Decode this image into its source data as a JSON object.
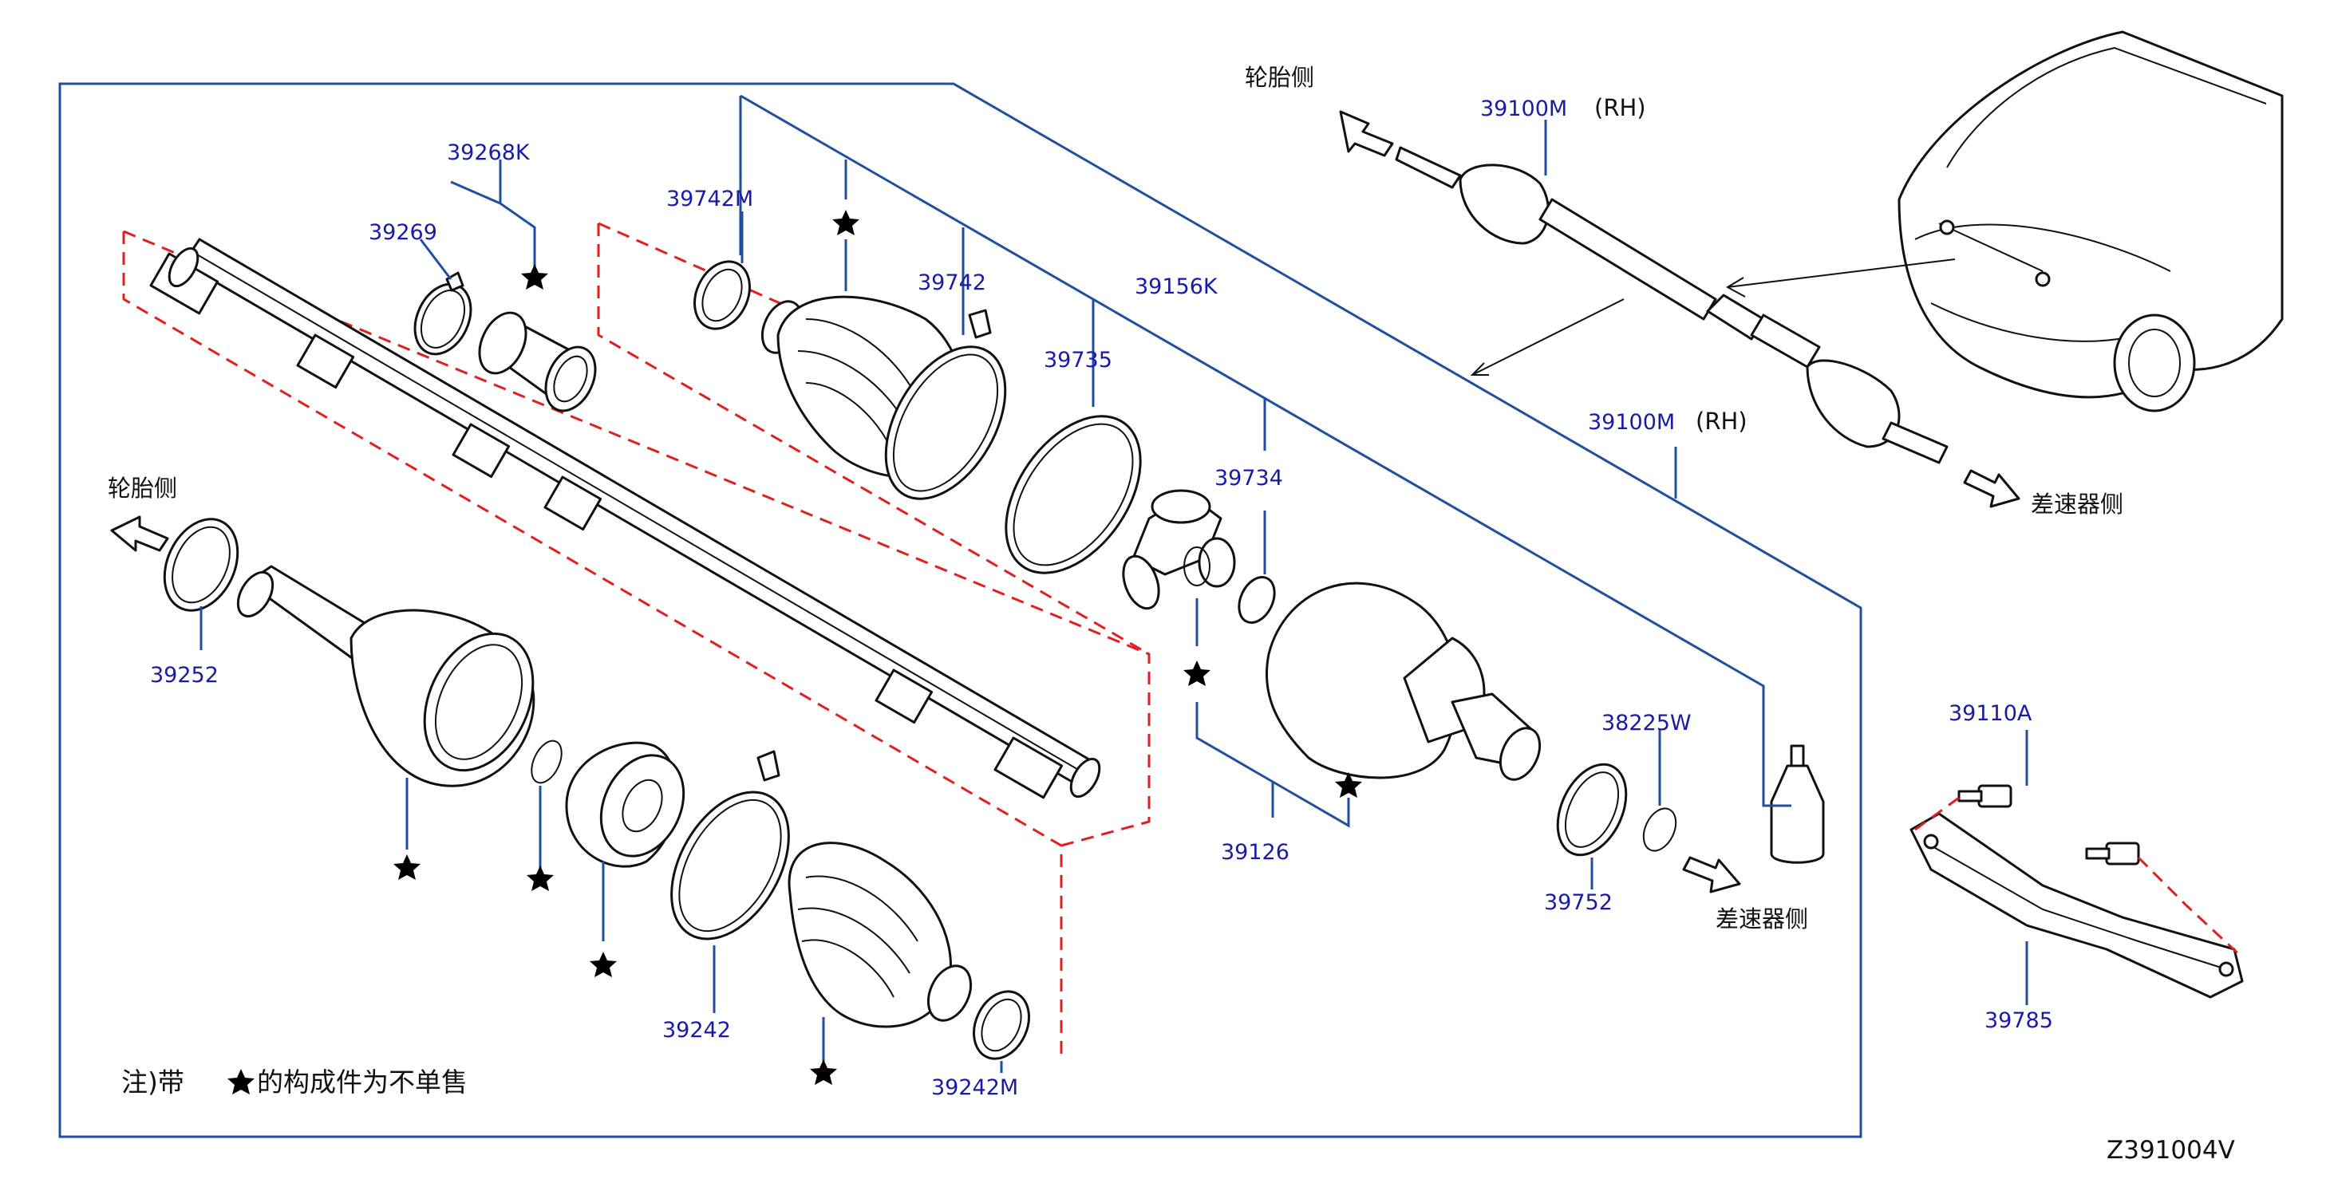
{
  "part_numbers": {
    "p39268K": "39268K",
    "p39269": "39269",
    "p39742M": "39742M",
    "p39742": "39742",
    "p39735": "39735",
    "p39156K": "39156K",
    "p39734": "39734",
    "p39100M_top": "39100M",
    "p39100M_mid": "39100M",
    "p39252": "39252",
    "p39242": "39242",
    "p39242M": "39242M",
    "p39126": "39126",
    "p38225W": "38225W",
    "p39752": "39752",
    "p39110A": "39110A",
    "p39785": "39785"
  },
  "labels": {
    "rh_top": "(RH)",
    "rh_mid": "(RH)",
    "tire_side_top": "轮胎侧",
    "tire_side_left": "轮胎侧",
    "diff_side_right": "差速器侧",
    "diff_side_bottom": "差速器侧",
    "note": "注)带",
    "note_suffix": "的构成件为不单售",
    "diagram_code": "Z391004V"
  },
  "colors": {
    "part_number": "#1a1aa8",
    "leader_line": "#1f4f9e",
    "dashed_group": "#e02020",
    "line_art": "#111111"
  }
}
